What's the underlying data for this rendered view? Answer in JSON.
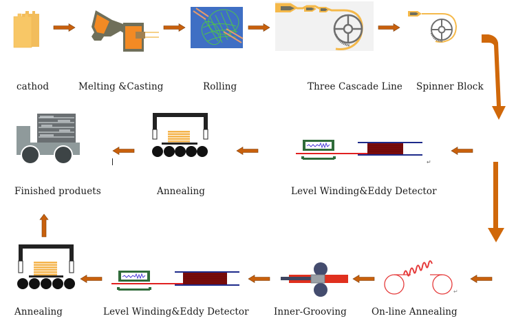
{
  "diagram": {
    "type": "process-flow",
    "colors": {
      "arrow": "#c8600c",
      "cathode": "#f8c766",
      "casting_body": "#6f6f5a",
      "molten": "#f38a24",
      "rolling_bg": "#3f6fc4",
      "rolling_lines": "#4fc24c",
      "cascade_tube": "#f5b94a",
      "wheel": "#6e6e6e",
      "truck": "#8f9a9b",
      "wheel_dark": "#3d4446",
      "furnace": "#222222",
      "coil_stack": "#f4b34a",
      "detector_frame": "#2f6b3a",
      "wave": "#4a3bd8",
      "wire": "#e02020",
      "spool_flange": "#1c2a8a",
      "spool_coil": "#7a0c0c",
      "groove_roll": "#444c6e",
      "groove_tube": "#e0301e",
      "annealing_wire": "#e53a3a"
    },
    "steps": [
      {
        "id": 1,
        "label": "cathod"
      },
      {
        "id": 2,
        "label": "Melting &Casting"
      },
      {
        "id": 3,
        "label": "Rolling"
      },
      {
        "id": 4,
        "label": "Three Cascade Line"
      },
      {
        "id": 5,
        "label": "Spinner Block"
      },
      {
        "id": 6,
        "label": "Level Winding&Eddy Detector"
      },
      {
        "id": 7,
        "label": "Annealing"
      },
      {
        "id": 8,
        "label": "Finished produets"
      },
      {
        "id": 9,
        "label": "On-line Annealing"
      },
      {
        "id": 10,
        "label": "Inner-Grooving"
      },
      {
        "id": 11,
        "label": "Level Winding&Eddy Detector"
      },
      {
        "id": 12,
        "label": "Annealing"
      }
    ],
    "flow": [
      "cathod",
      "Melting &Casting",
      "Rolling",
      "Three Cascade Line",
      "Spinner Block",
      "Level Winding&Eddy Detector",
      "Annealing",
      "Finished produets"
    ],
    "branch_flow": [
      "Spinner Block",
      "On-line Annealing",
      "Inner-Grooving",
      "Level Winding&Eddy Detector",
      "Annealing",
      "Finished produets"
    ]
  }
}
